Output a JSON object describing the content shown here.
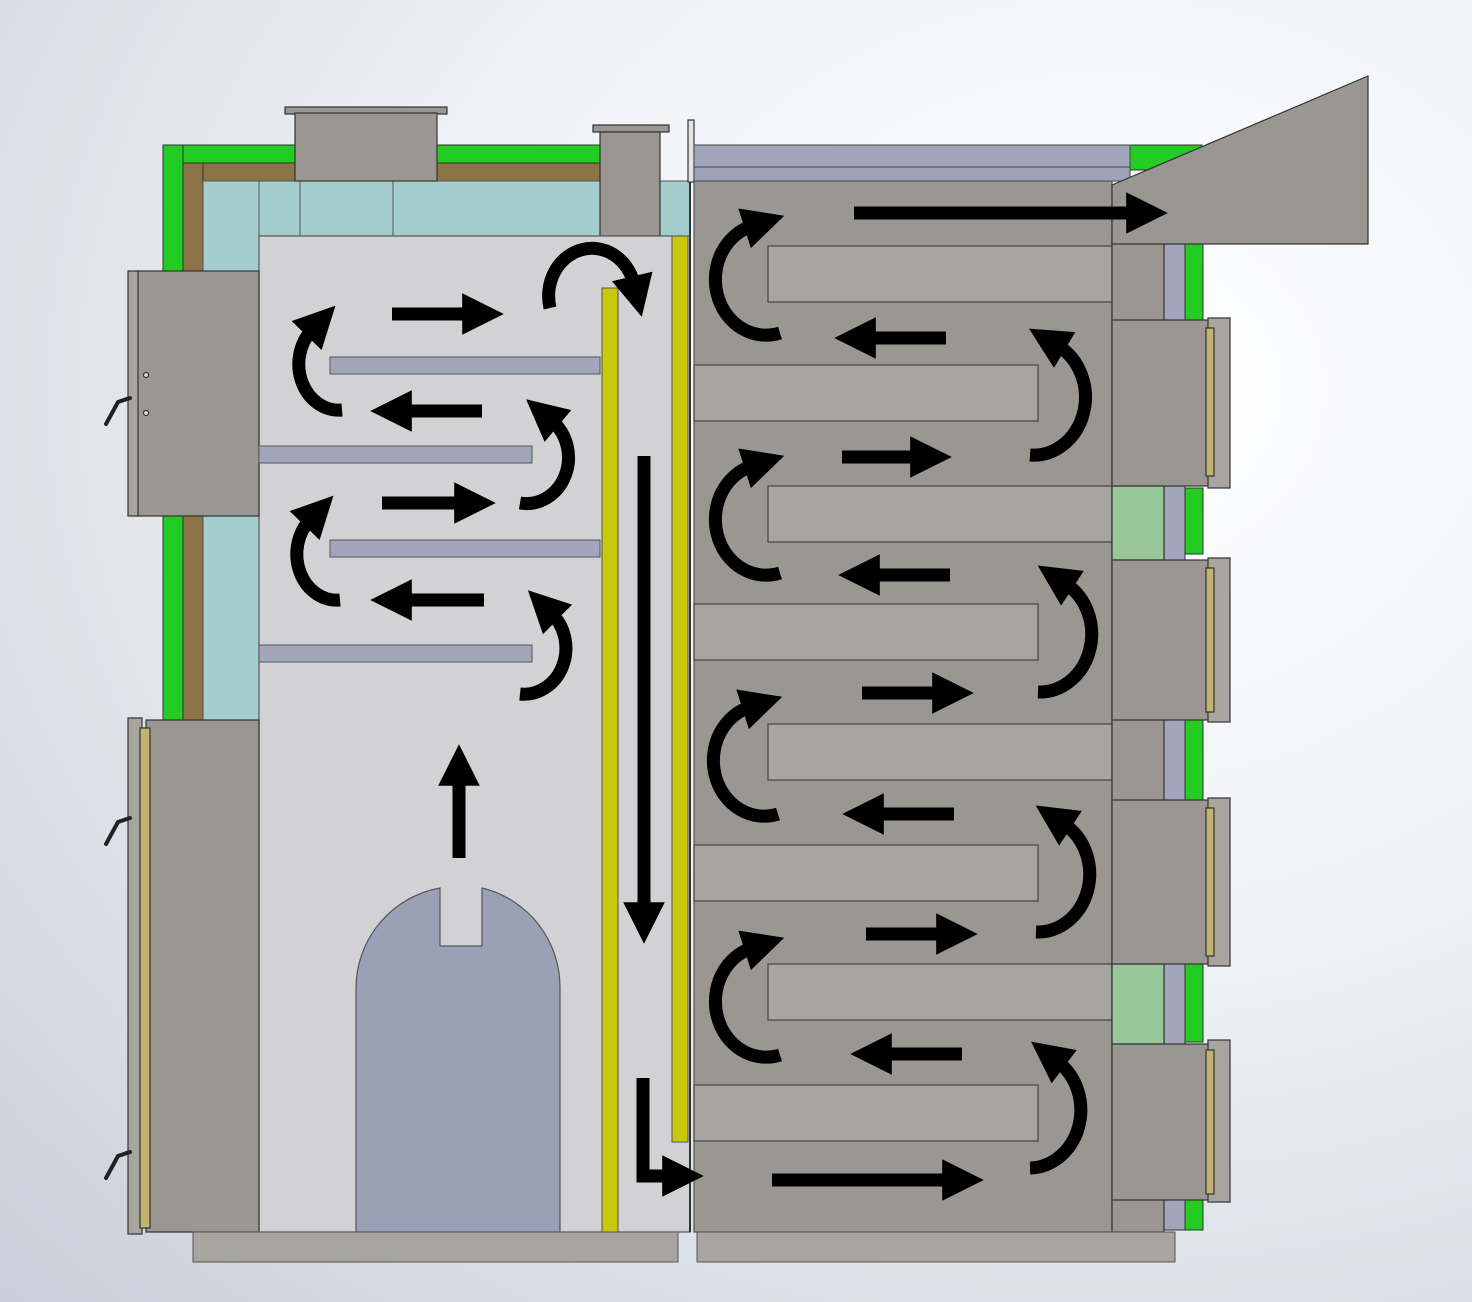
{
  "colors": {
    "insulation_green": "#22cc22",
    "felt_brown": "#8a7448",
    "water_jacket": "#a4cdcd",
    "firebox_interior": "#d2d2d4",
    "steel_plate": "#9a9792",
    "steel_dark": "#8d8a84",
    "steel_light": "#a8a49e",
    "baffle_blue": "#a2a6bc",
    "arch_blue": "#9aa0b6",
    "yellow_plate": "#c8c80c",
    "door_gasket": "#c2b46e",
    "pale_green_panel": "#98c89a",
    "arrow": "#000000",
    "outline": "#3a3a3a"
  },
  "icons": {
    "flow_arrow": "flow-arrow-icon",
    "u_turn_arrow": "u-turn-arrow-icon",
    "door_handle": "door-handle-icon"
  },
  "components": [
    "outer-insulation-shell",
    "water-jacket",
    "firebox",
    "stoking-arch",
    "flue-baffles",
    "separator-plate",
    "convection-section",
    "fire-tube-passes",
    "cleaning-doors",
    "flue-outlet-hood",
    "base-frame"
  ],
  "flow": {
    "firebox_passes": 4,
    "convection_passes": 8,
    "direction_sequence": [
      "up",
      "serpentine-firebox",
      "over-divider",
      "down",
      "into-convection",
      "serpentine-convection",
      "out-to-flue"
    ]
  }
}
